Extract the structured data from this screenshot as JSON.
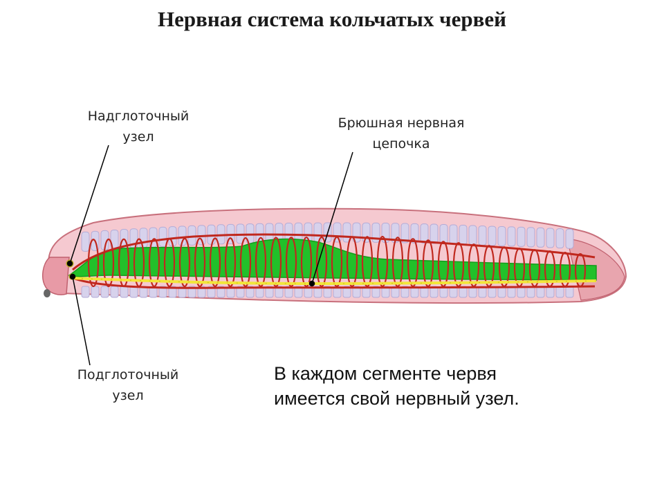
{
  "title": "Нервная система кольчатых червей",
  "labels": {
    "supraesophageal": [
      "Надглоточный",
      "узел"
    ],
    "ventral_cord": [
      "Брюшная нервная",
      "цепочка"
    ],
    "subesophageal": [
      "Подглоточный",
      "узел"
    ]
  },
  "caption": [
    "В каждом сегменте червя",
    "имеется свой нервный узел."
  ],
  "colors": {
    "body": "#f5c9d0",
    "body_outline": "#c8707c",
    "segments": "#d7d2ec",
    "gut": "#22c02a",
    "vessels": "#c0281e",
    "nerve_cord": "#f2e63a",
    "leader_lines": "#000000"
  }
}
